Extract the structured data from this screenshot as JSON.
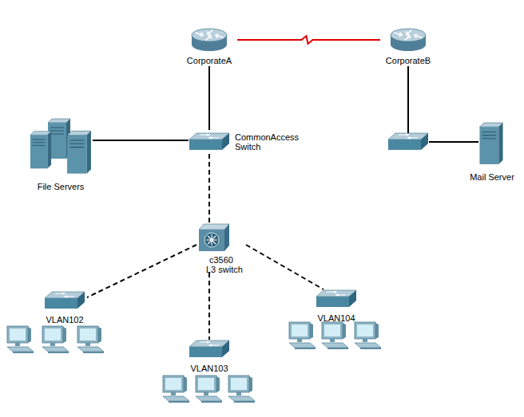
{
  "diagram": {
    "nodes": [
      {
        "text": [
          "CorporateA"
        ]
      },
      {
        "text": [
          "CorporateB"
        ]
      },
      {
        "text": [
          "CommonAccess Switch"
        ]
      },
      {
        "text": [
          "File Servers"
        ]
      },
      {
        "text": [
          "Mail Server"
        ]
      },
      {
        "text": [
          "c3560 L3 switch"
        ]
      },
      {
        "text": [
          "VLAN102"
        ]
      },
      {
        "text": [
          "VLAN104"
        ]
      },
      {
        "text": [
          "VLAN103"
        ]
      }
    ],
    "edges": [
      {
        "from": 0,
        "to": 1,
        "arrow": "none"
      },
      {
        "from": 0,
        "to": 2,
        "arrow": "none"
      },
      {
        "from": 3,
        "to": 2,
        "arrow": "none"
      },
      {
        "from": 2,
        "to": 5,
        "arrow": "none"
      },
      {
        "from": 5,
        "to": 6,
        "arrow": "none"
      },
      {
        "from": 5,
        "to": 8,
        "arrow": "none"
      },
      {
        "from": 5,
        "to": 7,
        "arrow": "none"
      }
    ]
  }
}
